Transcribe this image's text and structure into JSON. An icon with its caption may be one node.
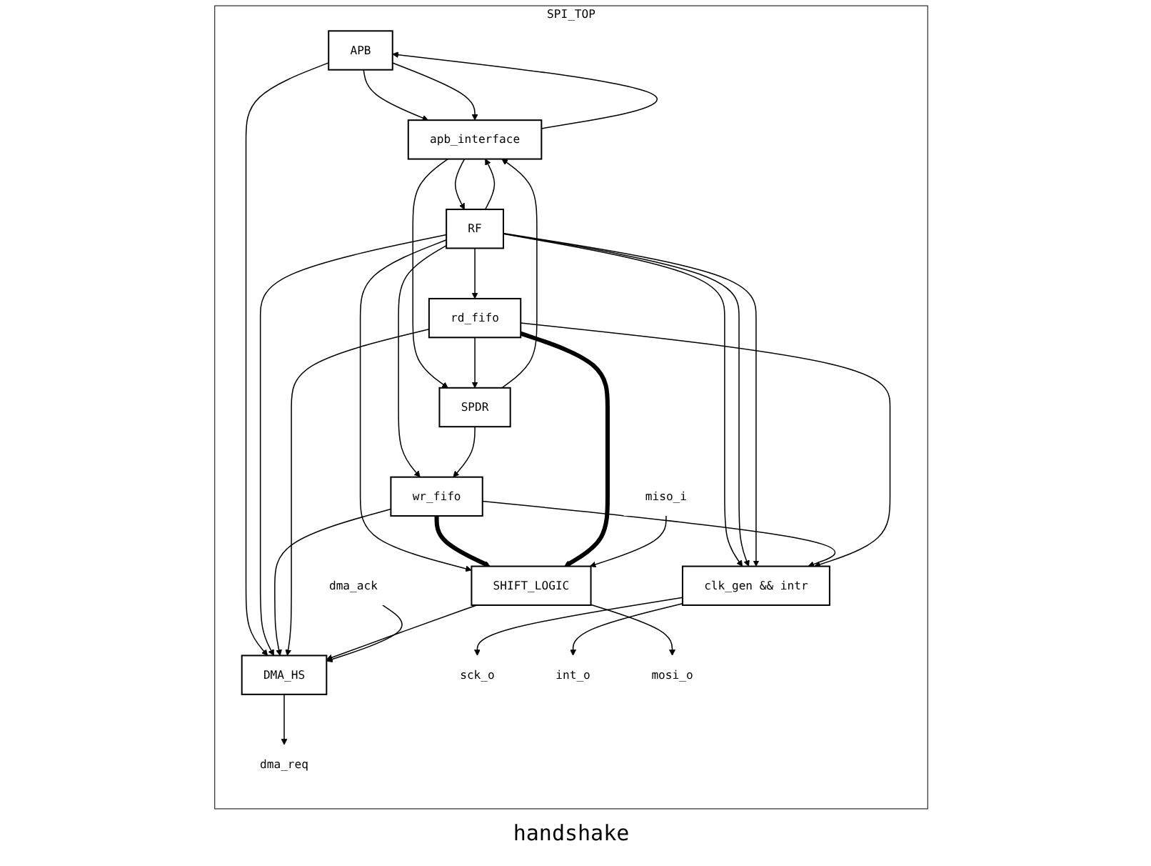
{
  "diagram": {
    "nodes": [
      {
        "text": [
          "SPI_TOP"
        ]
      },
      {
        "text": [
          "APB"
        ],
        "in": 0
      },
      {
        "text": [
          "apb_interface"
        ],
        "in": 0
      },
      {
        "text": [
          "RF"
        ],
        "in": 0
      },
      {
        "text": [
          "clk_gen && intr"
        ],
        "in": 0
      },
      {
        "text": [
          "SPDR"
        ],
        "in": 0
      },
      {
        "text": [
          "wr_fifo"
        ],
        "in": 0
      },
      {
        "text": [
          "rd_fifo"
        ],
        "in": 0
      },
      {
        "text": [
          "SHIFT_LOGIC"
        ],
        "in": 0
      },
      {
        "text": [
          "DMA_HS"
        ],
        "in": 0
      },
      {
        "text": [
          "sck_o"
        ],
        "in": 0
      },
      {
        "text": [
          "int_o"
        ],
        "in": 0
      },
      {
        "text": [
          "mosi_o"
        ],
        "in": 0
      },
      {
        "text": [
          "miso_i"
        ],
        "in": 0
      },
      {
        "text": [
          "dma_ack"
        ],
        "in": 0
      },
      {
        "text": [
          "dma_req"
        ],
        "in": 0
      }
    ],
    "edges": [
      {
        "from": 1,
        "to": 2,
        "arrow": "to"
      },
      {
        "from": 1,
        "to": 2,
        "arrow": "to"
      },
      {
        "from": 2,
        "to": 1,
        "arrow": "to"
      },
      {
        "from": 1,
        "to": 9,
        "arrow": "to"
      },
      {
        "from": 2,
        "to": 3,
        "arrow": "to"
      },
      {
        "from": 3,
        "to": 2,
        "arrow": "to"
      },
      {
        "from": 2,
        "to": 5,
        "arrow": "to"
      },
      {
        "from": 5,
        "to": 2,
        "arrow": "to"
      },
      {
        "from": 3,
        "to": 4,
        "arrow": "to"
      },
      {
        "from": 3,
        "to": 4,
        "arrow": "to"
      },
      {
        "from": 3,
        "to": 4,
        "arrow": "to"
      },
      {
        "from": 3,
        "to": 8,
        "arrow": "to"
      },
      {
        "from": 3,
        "to": 6,
        "arrow": "to"
      },
      {
        "from": 3,
        "to": 7,
        "arrow": "to"
      },
      {
        "from": 3,
        "to": 9,
        "arrow": "to"
      },
      {
        "from": 6,
        "to": 9,
        "arrow": "to"
      },
      {
        "from": 5,
        "to": 6,
        "arrow": "to"
      },
      {
        "from": 7,
        "to": 5,
        "arrow": "to"
      },
      {
        "from": 6,
        "to": 4,
        "arrow": "to"
      },
      {
        "from": 6,
        "to": 8,
        "arrow": "to",
        "style": "thick"
      },
      {
        "from": 7,
        "to": 8,
        "arrow": "to",
        "style": "thick"
      },
      {
        "from": 7,
        "to": 9,
        "arrow": "to"
      },
      {
        "from": 7,
        "to": 4,
        "arrow": "to"
      },
      {
        "from": 8,
        "to": 9,
        "arrow": "to"
      },
      {
        "from": 4,
        "to": 10,
        "arrow": "to"
      },
      {
        "from": 4,
        "to": 11,
        "arrow": "to"
      },
      {
        "from": 8,
        "to": 12,
        "arrow": "to"
      },
      {
        "from": 13,
        "to": 8,
        "arrow": "to"
      },
      {
        "from": 14,
        "to": 9,
        "arrow": "to"
      },
      {
        "from": 9,
        "to": 15,
        "arrow": "to"
      }
    ],
    "labels": [
      "handshake"
    ]
  }
}
